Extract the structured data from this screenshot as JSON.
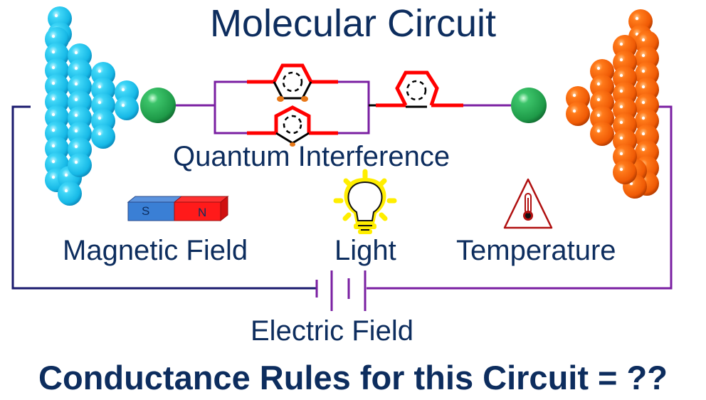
{
  "title": "Molecular Circuit",
  "labels": {
    "quantum_interference": "Quantum Interference",
    "magnetic_field": "Magnetic Field",
    "light": "Light",
    "temperature": "Temperature",
    "electric_field": "Electric Field",
    "conclusion": "Conductance Rules for this Circuit = ??"
  },
  "magnet": {
    "south_label": "S",
    "north_label": "N",
    "south_color": "#3a7fd5",
    "north_color": "#ff1a1a"
  },
  "electrodes": {
    "left": {
      "name": "left-electrode",
      "color": "#29c8ee"
    },
    "right": {
      "name": "right-electrode",
      "color": "#f26a10"
    }
  },
  "anchor_atom_color": "#1fa84a",
  "colors": {
    "text": "#0d2d5e",
    "wire": "#7a1fa2",
    "molecule_bond": "#ff0000",
    "ring_bond": "#000000",
    "substituent": "#e87818",
    "bulb": "#ffee00",
    "warning": "#c00000"
  },
  "icons": [
    "magnet-icon",
    "lightbulb-icon",
    "thermometer-warning-icon",
    "battery-icon"
  ]
}
